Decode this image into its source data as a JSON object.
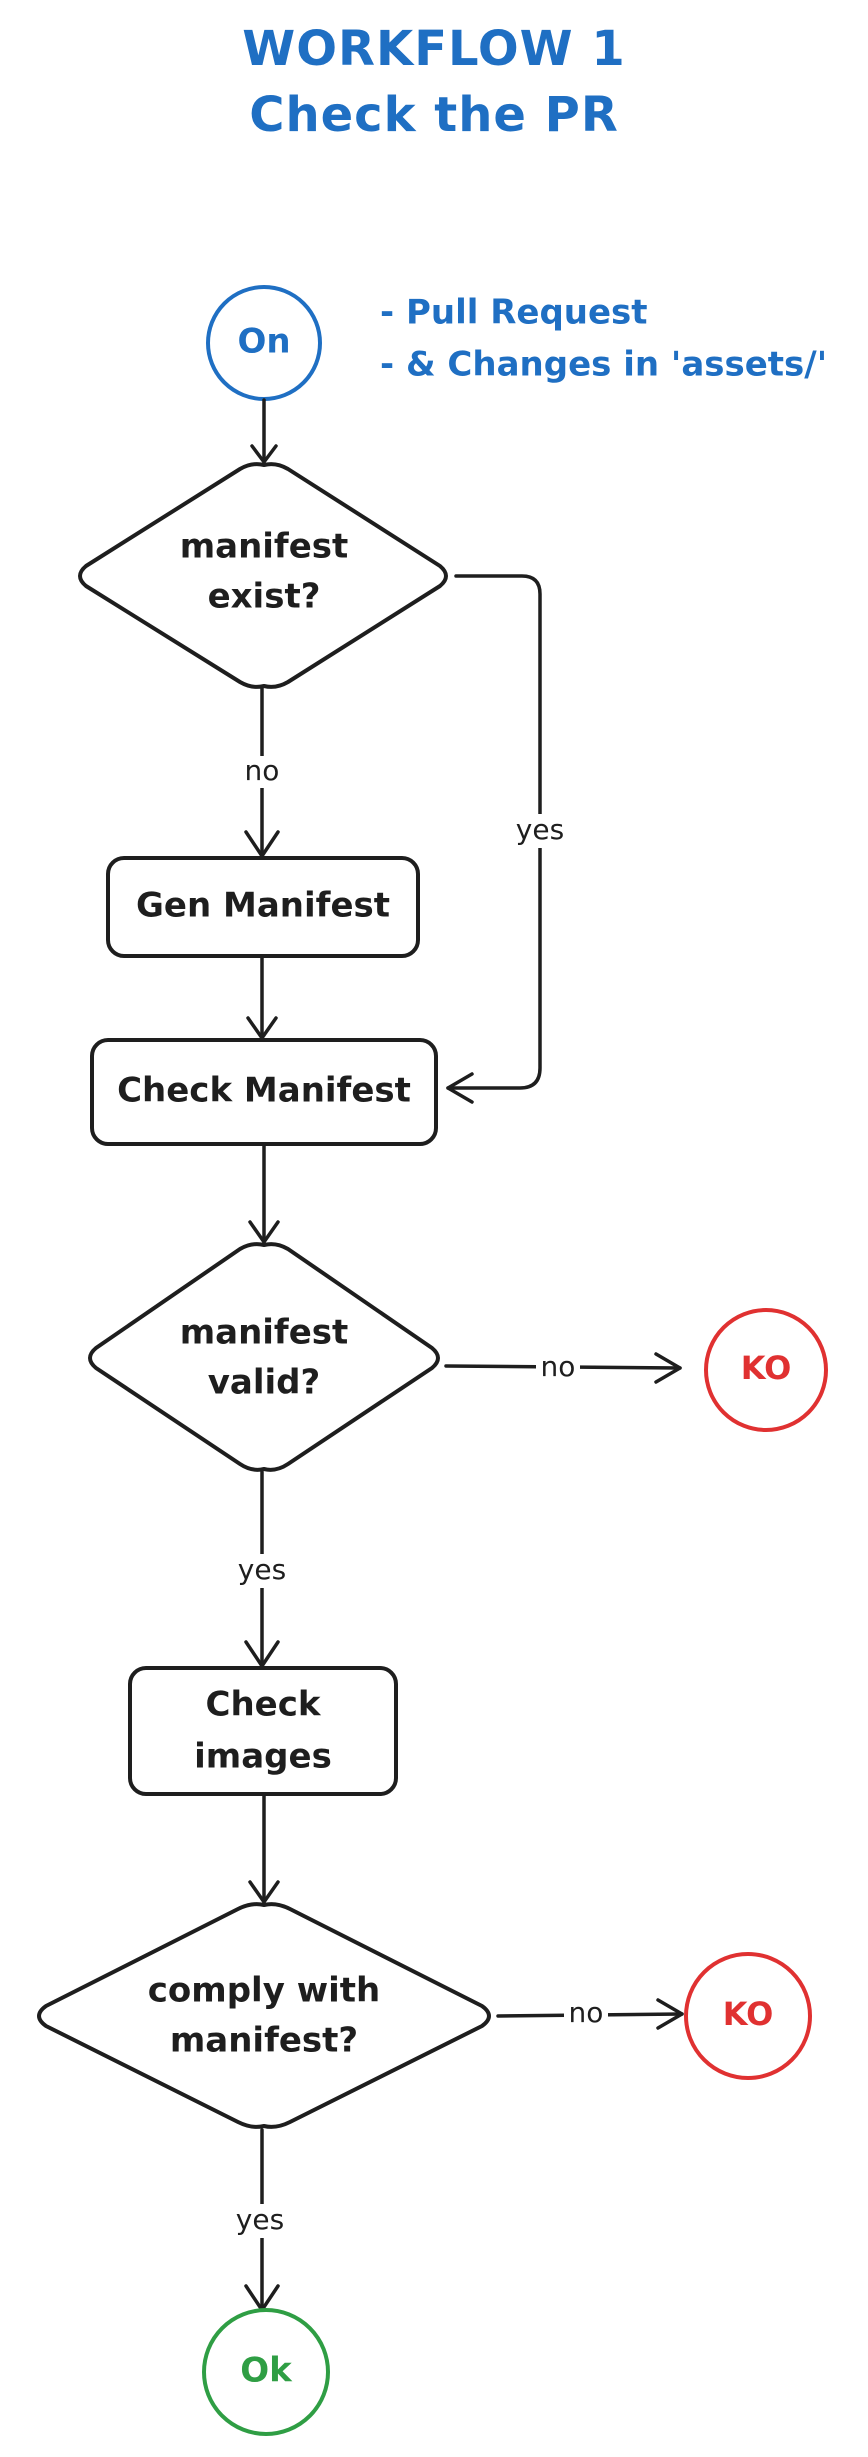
{
  "title": {
    "line1": "WORKFLOW 1",
    "line2": "Check the PR"
  },
  "trigger": {
    "line1": "- Pull Request",
    "line2": "- & Changes in 'assets/'"
  },
  "nodes": {
    "on": "On",
    "manifest_exist": [
      "manifest",
      "exist?"
    ],
    "gen_manifest": "Gen Manifest",
    "check_manifest": "Check Manifest",
    "manifest_valid": [
      "manifest",
      "valid?"
    ],
    "ko1": "KO",
    "check_images": [
      "Check",
      "images"
    ],
    "comply": [
      "comply with",
      "manifest?"
    ],
    "ko2": "KO",
    "ok": "Ok"
  },
  "edges": {
    "exist_no": "no",
    "exist_yes": "yes",
    "valid_no": "no",
    "valid_yes": "yes",
    "comply_no": "no",
    "comply_yes": "yes"
  },
  "colors": {
    "title": "#1f6fc3",
    "start": "#1f6fc3",
    "ko": "#e03131",
    "ok": "#2f9e44",
    "stroke": "#1e1e1e"
  }
}
